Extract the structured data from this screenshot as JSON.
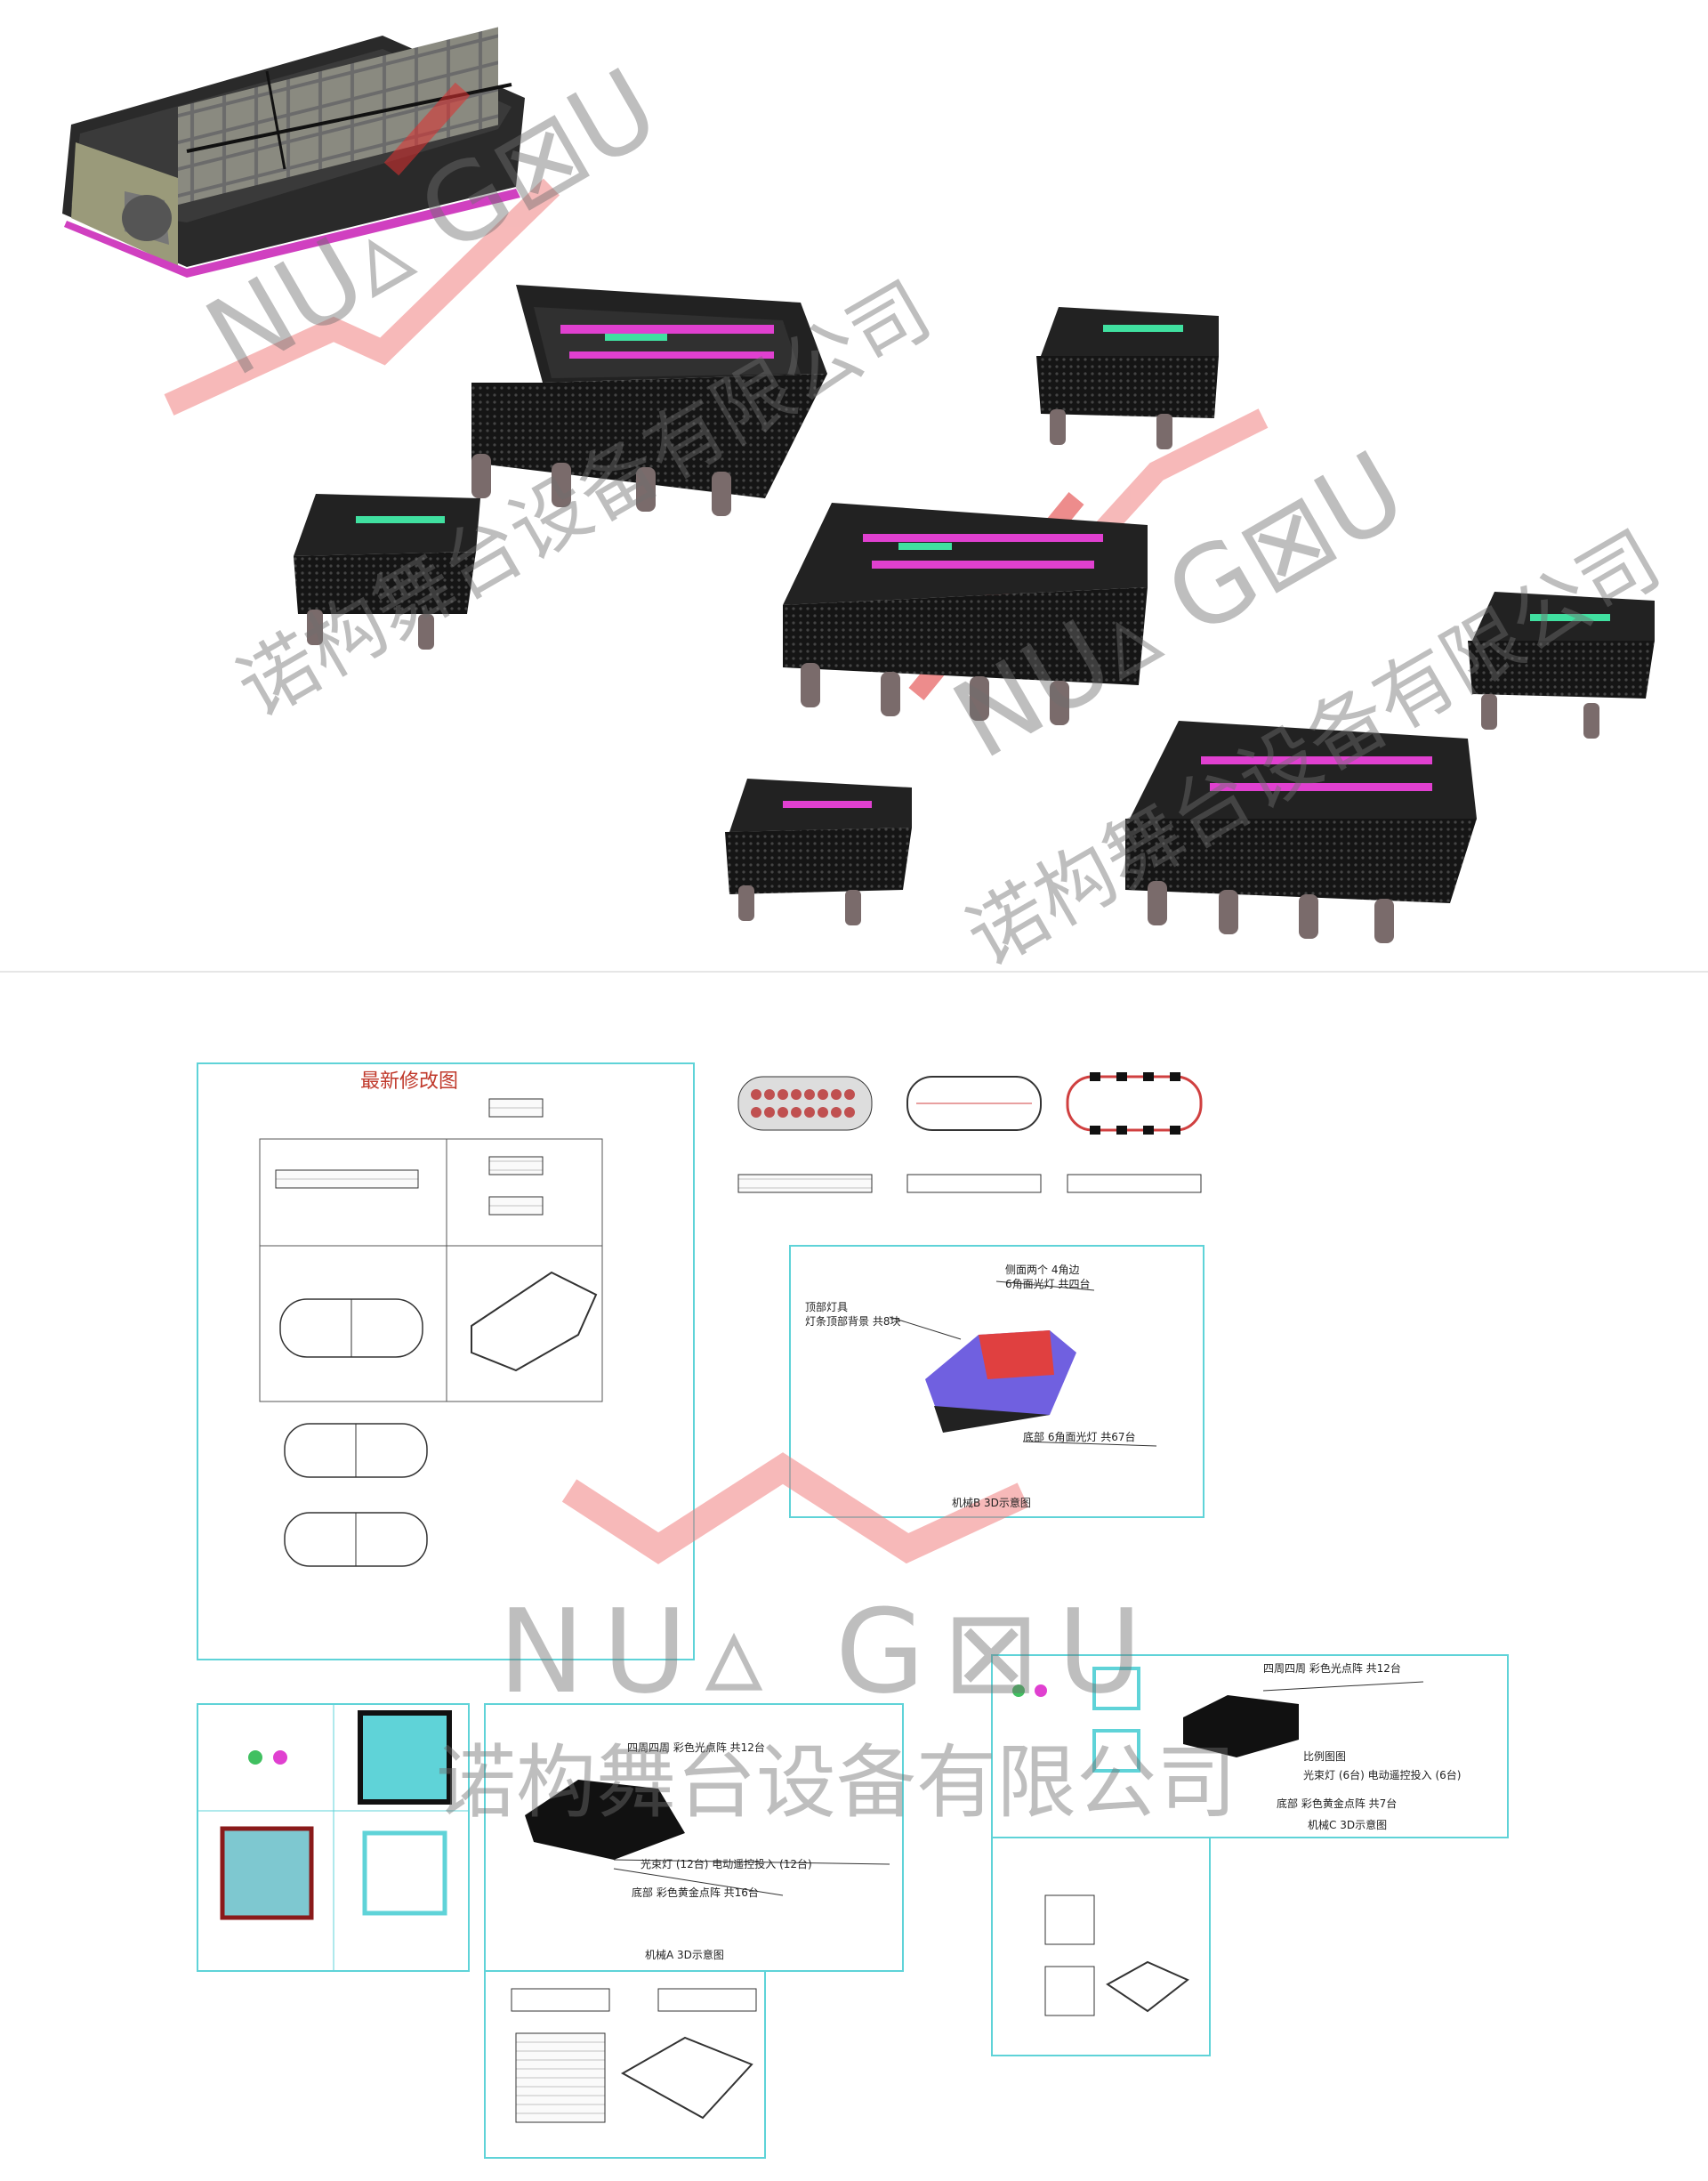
{
  "watermark": {
    "brand": "NU▵ G⊠U",
    "company": "诺构舞台设备有限公司"
  },
  "sheets": {
    "main_title": "最新修改图",
    "label_b_top": "侧面两个 4角边",
    "label_b_top2": "6角面光灯 共四台",
    "label_b_left": "顶部灯具",
    "label_b_left2": "灯条顶部背景 共8块",
    "label_b_bottom": "底部 6角面光灯 共67台",
    "caption_b": "机械B 3D示意图",
    "label_c1": "四周四周 彩色光点阵 共12台",
    "label_c2": "底部 彩色黄金点阵 共16台",
    "label_c3": "光束灯 (12台) 电动遥控投入 (12台)",
    "caption_a": "机械A 3D示意图",
    "label_d1": "四周四周 彩色光点阵 共12台",
    "label_d2": "比例图图",
    "label_d3": "光束灯 (6台) 电动遥控投入 (6台)",
    "label_d4": "底部 彩色黄金点阵 共7台",
    "caption_c": "机械C 3D示意图"
  },
  "colors": {
    "accent_red": "#f08080",
    "cad_cyan": "#5fd3d8",
    "stage_black": "#111111",
    "magenta": "#e040d0",
    "green": "#40e080"
  }
}
